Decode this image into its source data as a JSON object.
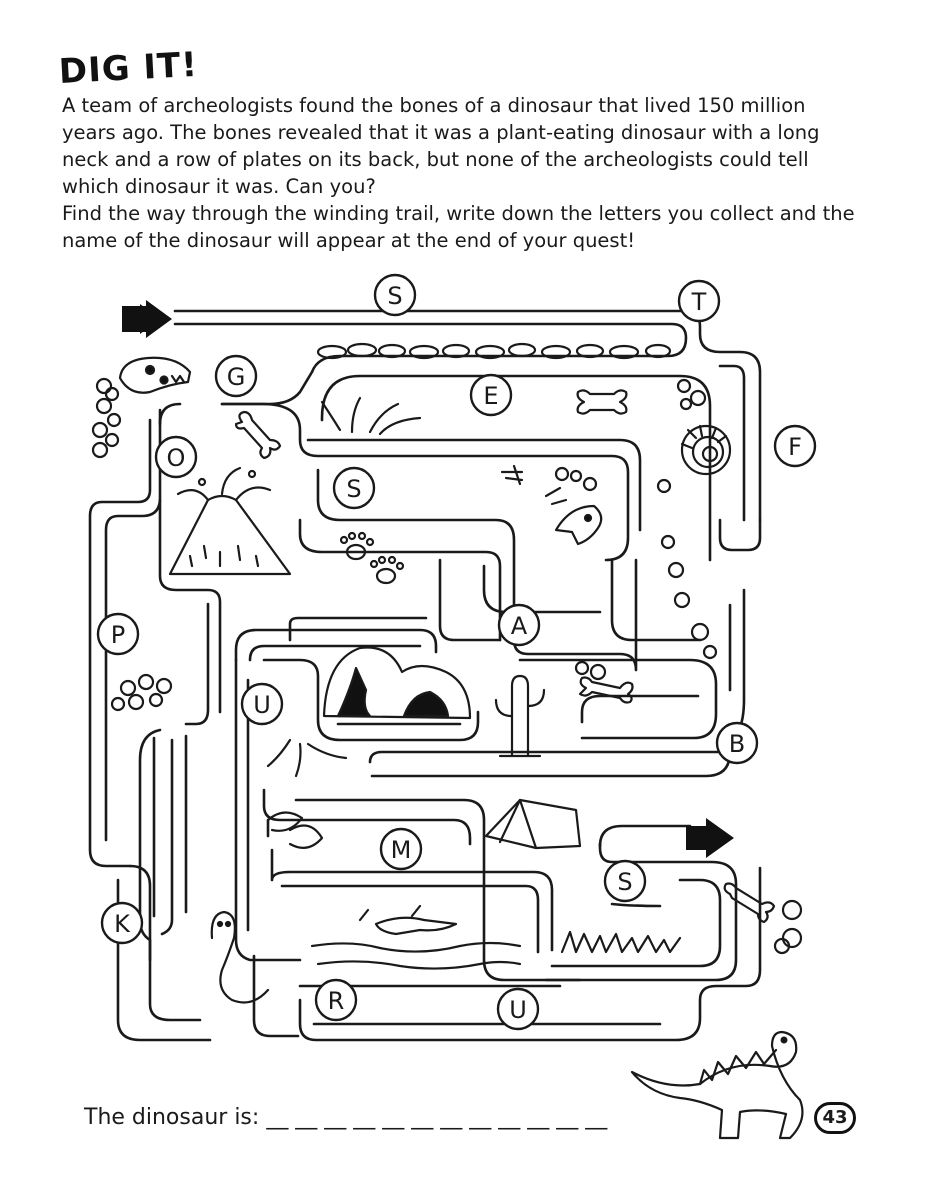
{
  "page": {
    "title": "DIG IT!",
    "intro_line_1": "A team of archeologists found the bones of a dinosaur that lived 150 million years ago. The bones revealed that it was a plant-eating dinosaur with a long neck and a row of plates on its back, but none of the archeologists could tell which dinosaur it was. Can you?",
    "intro_line_2": "Find the way through the winding trail, write down the letters you collect and the name of the dinosaur will appear at the end of your quest!",
    "answer_prompt": "The dinosaur is:",
    "answer_blanks": "__ __ __ __ __ __ __ __ __ __ __ __",
    "page_number": "43"
  },
  "maze": {
    "letters": [
      "S",
      "T",
      "G",
      "E",
      "O",
      "F",
      "S",
      "A",
      "P",
      "U",
      "B",
      "M",
      "S",
      "K",
      "R",
      "U"
    ],
    "icons": [
      "start-arrow-icon",
      "finish-arrow-icon",
      "dinosaur-skull-icon",
      "bone-icon",
      "volcano-icon",
      "ammonite-fossil-icon",
      "paw-print-icon",
      "cave-icon",
      "cactus-icon",
      "tent-icon",
      "crocodile-icon",
      "cobra-icon",
      "grass-icon",
      "fern-icon",
      "stegosaurus-icon",
      "dinosaur-skeleton-icon",
      "rock-pile-icon"
    ]
  }
}
